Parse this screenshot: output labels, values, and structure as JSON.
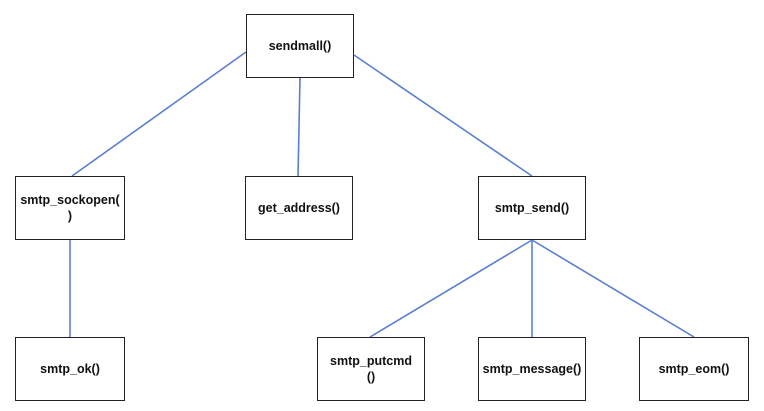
{
  "diagram": {
    "edge_color": "#5b7fd6",
    "nodes": {
      "sendmail": "sendmall()",
      "sockopen": "smtp_sockopen(\n)",
      "get_address": "get_address()",
      "send": "smtp_send()",
      "ok": "smtp_ok()",
      "putcmd": "smtp_putcmd\n()",
      "message": "smtp_message()",
      "eom": "smtp_eom()"
    },
    "edges": [
      {
        "from": "sendmail",
        "to": "sockopen"
      },
      {
        "from": "sendmail",
        "to": "get_address"
      },
      {
        "from": "sendmail",
        "to": "send"
      },
      {
        "from": "sockopen",
        "to": "ok"
      },
      {
        "from": "send",
        "to": "putcmd"
      },
      {
        "from": "send",
        "to": "message"
      },
      {
        "from": "send",
        "to": "eom"
      }
    ]
  }
}
